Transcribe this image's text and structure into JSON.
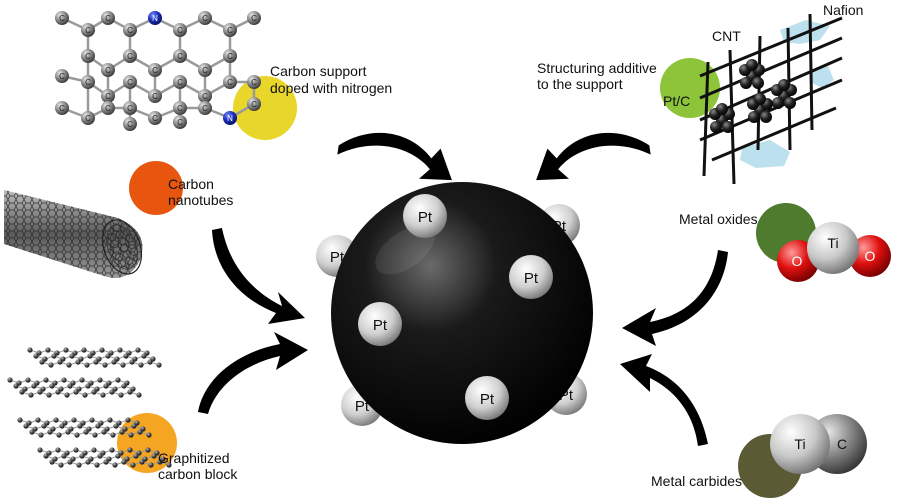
{
  "center": {
    "pt_label": "Pt"
  },
  "nitrogen_carbon": {
    "label_line1": "Carbon support",
    "label_line2": "doped with nitrogen",
    "atom_carbon": "C",
    "atom_nitrogen": "N",
    "spot_color": "#e8d62a"
  },
  "cnt": {
    "label_line1": "Carbon",
    "label_line2": "nanotubes",
    "spot_color": "#e8550f"
  },
  "graphitized": {
    "label_line1": "Graphitized",
    "label_line2": "carbon block",
    "spot_color": "#f4a623"
  },
  "structuring": {
    "label_line1": "Structuring additive",
    "label_line2": "to the support",
    "cnt_label": "CNT",
    "nafion_label": "Nafion",
    "ptc_label": "Pt/C",
    "spot_color": "#8dc43a",
    "nafion_color": "#bde0ee"
  },
  "oxides": {
    "label": "Metal oxides",
    "ti": "Ti",
    "o": "O",
    "spot_color": "#4e7b2e"
  },
  "carbides": {
    "label": "Metal carbides",
    "ti": "Ti",
    "c": "C",
    "spot_color": "#5a5a35"
  }
}
